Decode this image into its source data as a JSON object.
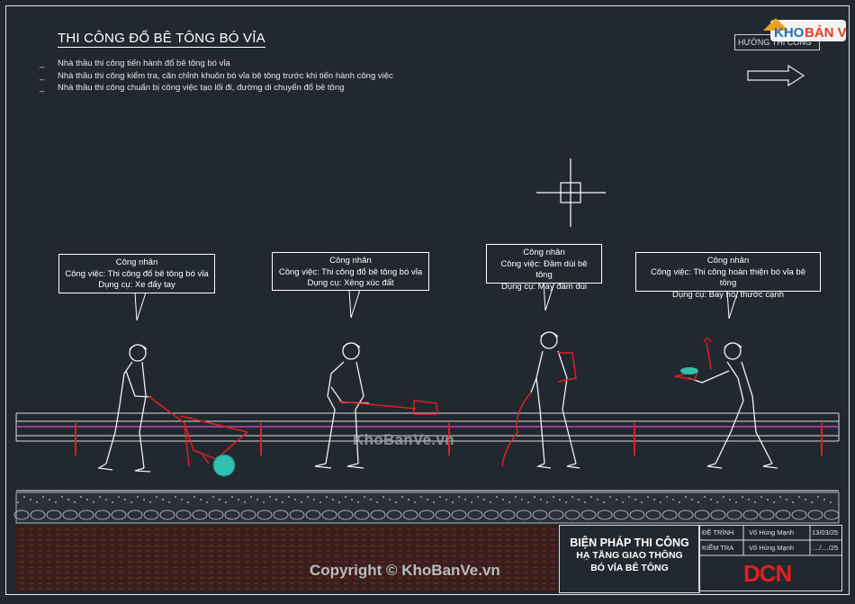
{
  "header": {
    "title": "THI CÔNG ĐỔ BÊ TÔNG BÓ VỈA",
    "direction_label": "HƯỚNG THI CÔNG",
    "notes": [
      "Nhà thầu thi công tiến hành đổ bê tông bó vỉa",
      "Nhà thầu thi công kiểm tra, căn chỉnh khuôn bó vỉa bê tông trước khi tiến hành công việc",
      "Nhà thầu thi công chuẩn bị công việc tạo lối đi, đường di chuyển đổ bê tông"
    ],
    "note_bullet": "_"
  },
  "logo": {
    "text_kho": "KHO",
    "text_banve": "BẢN VẼ",
    "accent": "#f0a020"
  },
  "workers": [
    {
      "role": "Công nhân",
      "task": "Công việc: Thi công đổ bê tông bó vỉa",
      "tool": "Dụng cụ: Xe đẩy tay"
    },
    {
      "role": "Công nhân",
      "task": "Công việc: Thi công đổ bê tông bó vỉa",
      "tool": "Dụng cụ: Xẻng xúc đất"
    },
    {
      "role": "Công nhân",
      "task": "Công việc: Đầm dùi bê tông",
      "tool": "Dụng cụ: Máy đầm dùi"
    },
    {
      "role": "Công nhân",
      "task": "Công việc: Thi công hoàn thiện bó vỉa bê tông",
      "tool": "Dụng cụ: Bay hồ, thước cạnh"
    }
  ],
  "watermarks": {
    "middle": "KhoBanVe.vn",
    "bottom": "Copyright © KhoBanVe.vn"
  },
  "title_block": {
    "line1": "BIỆN PHÁP THI CÔNG",
    "line2": "HẠ TẦNG GIAO THÔNG",
    "line3": "BÓ VỈA BÊ TÔNG",
    "rows": [
      {
        "label": "ĐỆ TRÌNH",
        "name": "Võ Hùng Mạnh",
        "date": "13/03/25"
      },
      {
        "label": "KIỂM TRA",
        "name": "Võ Hùng Mạnh",
        "date": "..../..../25"
      }
    ],
    "company": "DCN"
  },
  "colors": {
    "background": "#212830",
    "line": "#e8e8e8",
    "rebar": "#c040c0",
    "highlight": "#e02020",
    "wheel": "#30c0b0"
  }
}
